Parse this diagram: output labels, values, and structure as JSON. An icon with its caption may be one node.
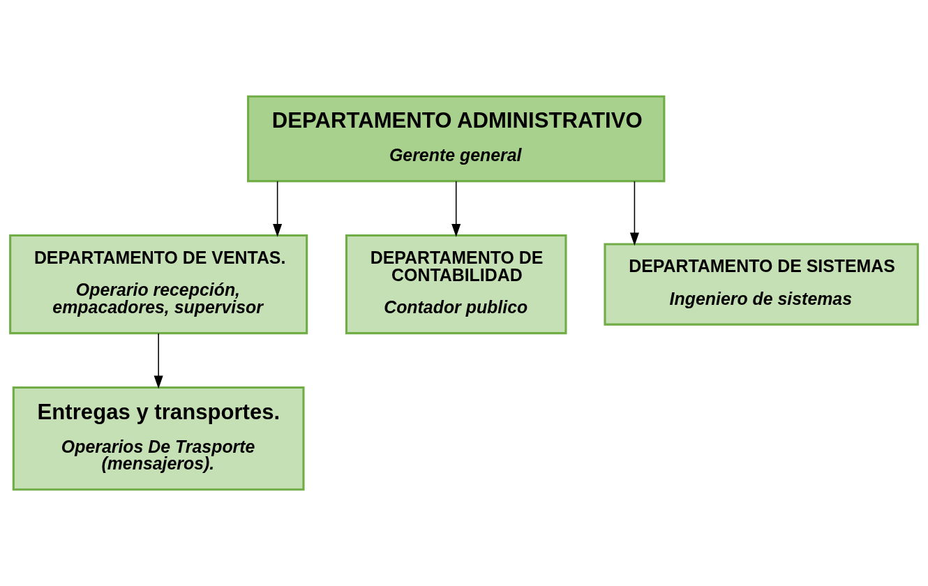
{
  "diagram": {
    "nodes": [
      {
        "text": [
          "DEPARTAMENTO ADMINISTRATIVO",
          "Gerente general"
        ]
      },
      {
        "text": [
          "DEPARTAMENTO DE VENTAS.",
          "Operario recepción, empacadores, supervisor"
        ]
      },
      {
        "text": [
          "DEPARTAMENTO DE CONTABILIDAD",
          "Contador publico"
        ]
      },
      {
        "text": [
          "DEPARTAMENTO DE SISTEMAS",
          "Ingeniero de sistemas"
        ]
      },
      {
        "text": [
          "Entregas y transportes.",
          "Operarios De Trasporte (mensajeros)."
        ]
      }
    ],
    "edges": [
      {
        "from": 0,
        "to": 1,
        "arrow": "to"
      },
      {
        "from": 0,
        "to": 2,
        "arrow": "to"
      },
      {
        "from": 0,
        "to": 3,
        "arrow": "to"
      },
      {
        "from": 1,
        "to": 4,
        "arrow": "to"
      }
    ]
  }
}
